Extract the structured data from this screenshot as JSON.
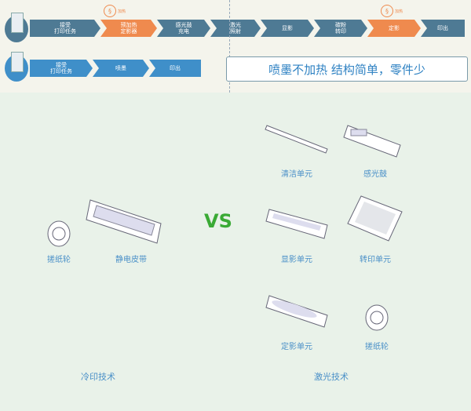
{
  "laser_flow": {
    "steps": [
      "接受\n打印任务",
      "预加热\n定影器",
      "感光鼓\n充电",
      "激光\n照射",
      "显影",
      "碳粉\n转印",
      "定影",
      "印出"
    ],
    "heat_label": "加热"
  },
  "inkjet_flow": {
    "steps": [
      "接受\n打印任务",
      "喷墨",
      "印出"
    ]
  },
  "callout": "喷墨不加热 结构简单，零件少",
  "vs": "VS",
  "inkjet_parts": [
    "搓纸轮",
    "静电皮带"
  ],
  "laser_parts": [
    "清洁单元",
    "感光鼓",
    "显影单元",
    "转印单元",
    "定影单元",
    "搓纸轮"
  ],
  "inkjet_title": "冷印技术",
  "laser_title": "激光技术",
  "colors": {
    "laser_bar": "#4e7a94",
    "heat": "#ef8a4e",
    "inkjet_bar": "#3f8fc9",
    "vs": "#3aaa35"
  }
}
